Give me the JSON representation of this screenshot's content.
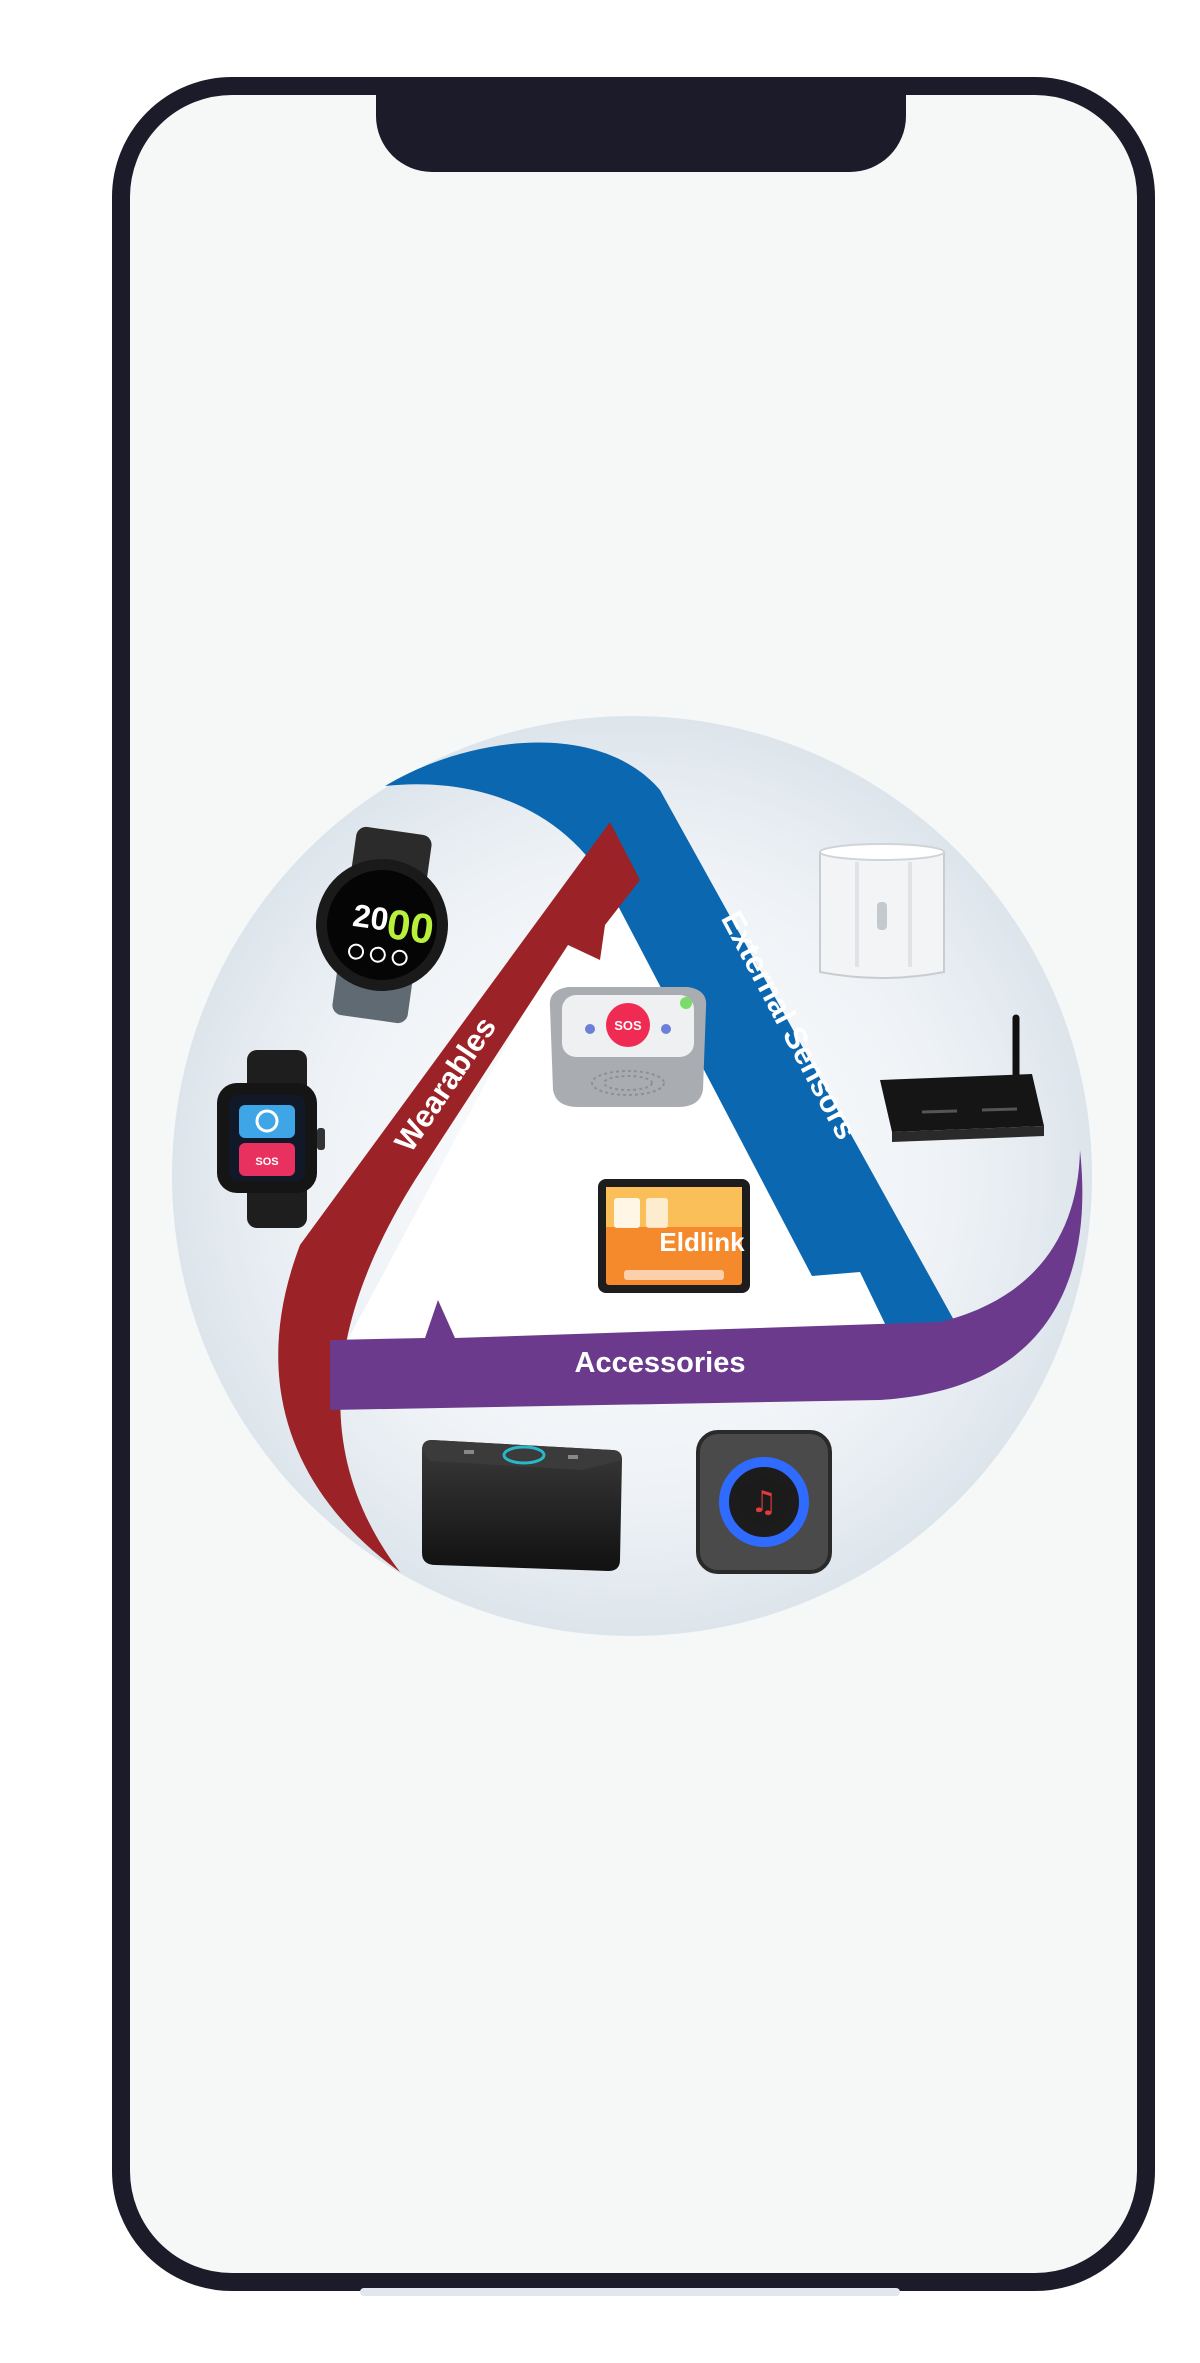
{
  "diagram": {
    "labels": {
      "wearables": "Wearables",
      "external_sensors": "External Sensors",
      "accessories": "Accessories"
    },
    "hub": {
      "sos_text": "SOS",
      "tablet_brand": "Eldlink"
    },
    "watch_face": {
      "hour": "20",
      "minute": "00"
    },
    "colors": {
      "wearables": "#9b2226",
      "external_sensors": "#0b67b0",
      "accessories": "#6b3a8c",
      "phone_frame": "#1c1b29",
      "screen": "#f6f8f8",
      "circle": "#e3e9ee"
    },
    "icons": [
      "smartwatch-icon",
      "kids-watch-icon",
      "motion-sensor-icon",
      "router-icon",
      "sos-hub-icon",
      "tablet-icon",
      "bluetooth-speaker-icon",
      "doorbell-receiver-icon"
    ]
  }
}
